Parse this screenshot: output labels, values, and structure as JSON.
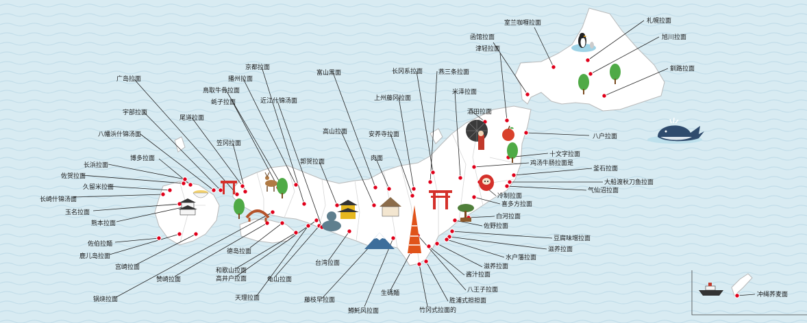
{
  "colors": {
    "sea": "#d8ebf2",
    "wave": "#c2dde9",
    "land_border": "#b9b9b9",
    "marker": "#e0001a",
    "leader": "#222222",
    "whale": "#2f4b6d"
  },
  "labels": {
    "shitsuran_curry": "室兰咖喱拉面",
    "hakodate": "函馆拉面",
    "tsugaru": "津轻拉面",
    "sapporo": "札幌拉面",
    "asahikawa": "旭川拉面",
    "kushiro": "釧路拉面",
    "hachinohe": "八户拉面",
    "jumonji": "十文字拉面",
    "torigara_gyusuji": "鸡汤牛肠拉面是",
    "kamaishi": "釜石拉面",
    "ofunato_sanma": "大船渡秋刀鱼拉面",
    "kesennuma": "气仙沼拉面",
    "reisei": "冷制拉面",
    "kitakata": "喜多方拉面",
    "shirakawa": "白河拉面",
    "sano": "佐野拉面",
    "tofu_miso": "豆腐味増拉面",
    "shiyo": "滋养拉面",
    "mito_phan": "水户藩拉面",
    "ziyang2": "滋养拉面",
    "jiangzhi": "酱汁拉面",
    "hachioji": "八王子拉面",
    "katsuura_tantan": "胜浦式担担面",
    "takeoka": "竹冈式拉面的",
    "namahage": "生碼麵",
    "ikeji_fuu": "鱒魠风拉面",
    "fujieda": "藤枝早拉面",
    "taiwan": "台湾拉面",
    "tenri": "天理拉面",
    "kameyama": "龟山拉面",
    "wakayama": "和歌山拉面",
    "takaido": "高井户拉面",
    "tokushima": "德岛拉面",
    "sanuki": "赞崎拉面",
    "nabeyaki": "锅烧拉面",
    "miyazaki": "宫崎拉面",
    "kagoshima": "鹿儿岛拉面",
    "saiki": "佐伯拉麵",
    "kumamoto": "熊本拉面",
    "tamana": "玉名拉面",
    "nagasaki_champon": "长崎什锦汤面",
    "kurume": "久留米拉面",
    "saga": "佐贺拉面",
    "nagahama": "长浜拉面",
    "hakata": "博多拉面",
    "yawatahama": "八幡浜什锦汤面",
    "ube": "宇部拉面",
    "hiroshima": "广岛拉面",
    "onomichi": "尾道拉面",
    "kasaoka": "笠冈拉面",
    "kaki": "蚝子拉面",
    "tottori_gyukotsu": "鳥取牛骨拉面",
    "harima": "播州拉面",
    "kyoto": "京都拉面",
    "omi_champon": "近江什锦汤面",
    "toyama_black": "富山黑面",
    "takayama": "高山拉面",
    "guoher": "郭贺拉面",
    "roumian": "肉面",
    "anyoji": "安养寺拉面",
    "joshu_fujioka": "上州藤冈拉面",
    "nagaoka": "长冈系拉面",
    "tsubame_sanjo": "燕三条拉面",
    "yonezawa": "米泽拉面",
    "sakata": "酒田拉面",
    "okinawa_soba": "冲绳荞麦面"
  }
}
